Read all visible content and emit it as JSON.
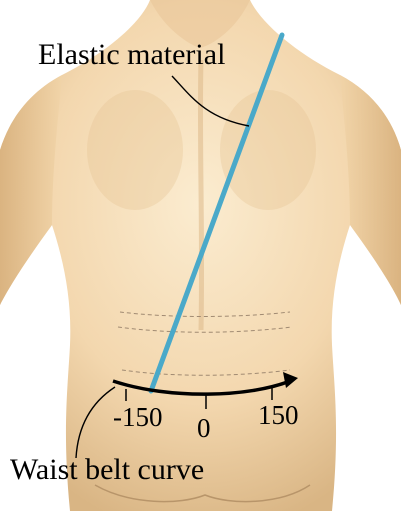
{
  "labels": {
    "elastic_material": "Elastic material",
    "waist_belt_curve": "Waist belt curve"
  },
  "waist_axis": {
    "ticks": [
      "-150",
      "0",
      "150"
    ]
  },
  "colors": {
    "elastic_line": "#4aa9c9",
    "skin": "#f3d9b2",
    "curve": "#000000"
  }
}
